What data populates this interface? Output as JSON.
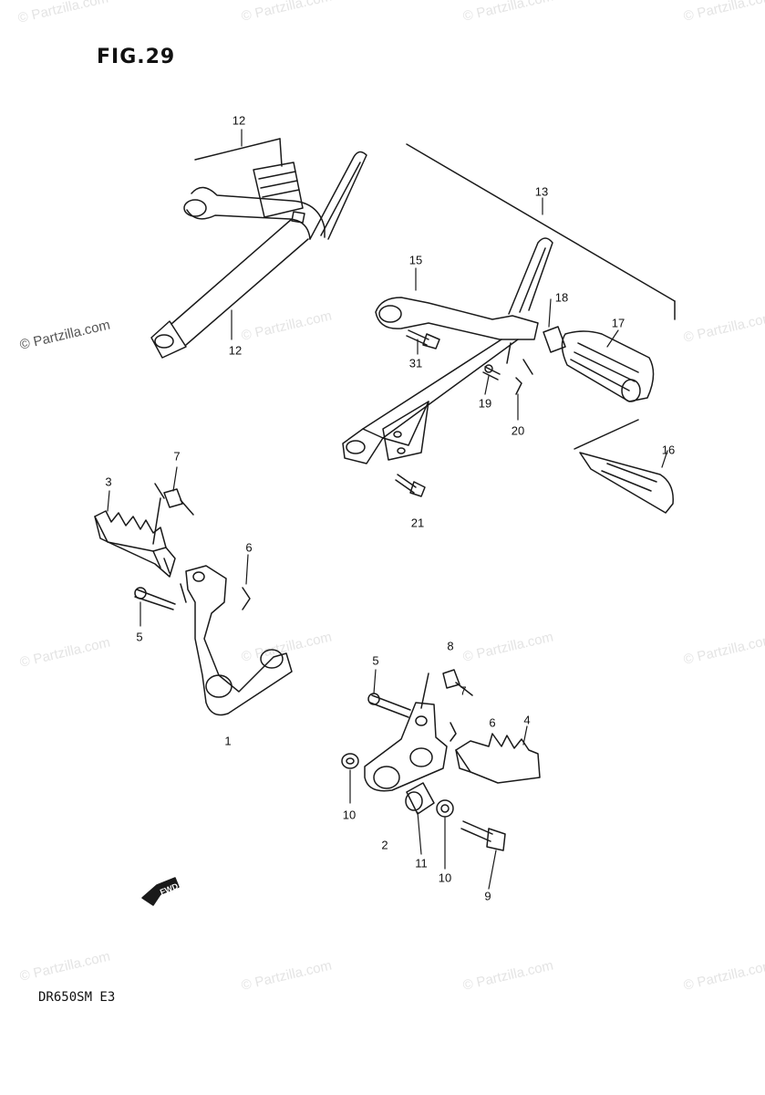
{
  "figure": {
    "title": "FIG.29",
    "model": "DR650SM  E3"
  },
  "watermark_text": "© Partzilla.com",
  "callouts": [
    {
      "id": "12a",
      "label": "12"
    },
    {
      "id": "13",
      "label": "13"
    },
    {
      "id": "12b",
      "label": "12"
    },
    {
      "id": "15",
      "label": "15"
    },
    {
      "id": "18",
      "label": "18"
    },
    {
      "id": "17",
      "label": "17"
    },
    {
      "id": "31",
      "label": "31"
    },
    {
      "id": "19",
      "label": "19"
    },
    {
      "id": "20",
      "label": "20"
    },
    {
      "id": "16",
      "label": "16"
    },
    {
      "id": "21",
      "label": "21"
    },
    {
      "id": "7a",
      "label": "7"
    },
    {
      "id": "3",
      "label": "3"
    },
    {
      "id": "6a",
      "label": "6"
    },
    {
      "id": "5a",
      "label": "5"
    },
    {
      "id": "1",
      "label": "1"
    },
    {
      "id": "5b",
      "label": "5"
    },
    {
      "id": "8",
      "label": "8"
    },
    {
      "id": "7b",
      "label": "7"
    },
    {
      "id": "6b",
      "label": "6"
    },
    {
      "id": "4",
      "label": "4"
    },
    {
      "id": "10a",
      "label": "10"
    },
    {
      "id": "2",
      "label": "2"
    },
    {
      "id": "11",
      "label": "11"
    },
    {
      "id": "10b",
      "label": "10"
    },
    {
      "id": "9",
      "label": "9"
    }
  ],
  "front_arrow_label": "FWD",
  "colors": {
    "line": "#1a1a1a",
    "watermark": "#e4e4e4",
    "watermark_strong": "#555555"
  }
}
